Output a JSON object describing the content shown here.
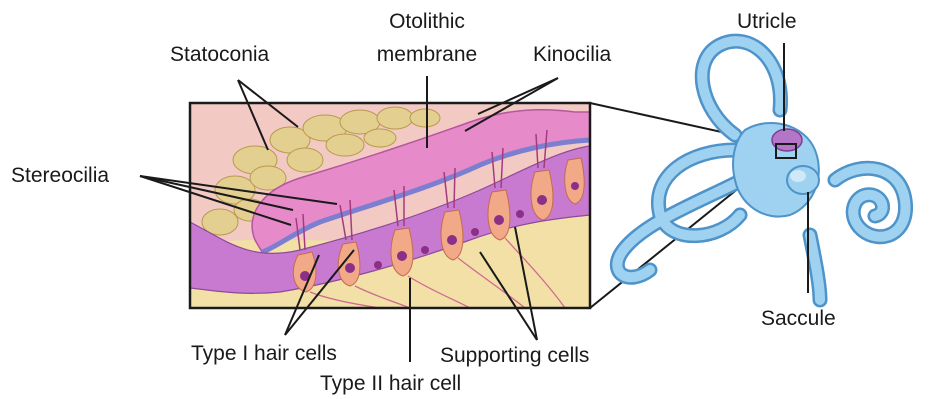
{
  "labels": {
    "statoconia": "Statoconia",
    "otolithic_line1": "Otolithic",
    "otolithic_line2": "membrane",
    "kinocilia": "Kinocilia",
    "stereocilia": "Stereocilia",
    "utricle": "Utricle",
    "saccule": "Saccule",
    "type1": "Type I hair cells",
    "type2": "Type II hair cell",
    "supporting": "Supporting cells"
  },
  "colors": {
    "background_tissue": "#f3c9c4",
    "lower_tissue": "#f2e0a6",
    "statoconia": "#e3cf8f",
    "membrane": "#e68ac9",
    "epithelium": "#c77ad0",
    "hair_cell": "#f1a987",
    "cell_nucleus": "#8c2f87",
    "inner_ear": "#9ed2f0",
    "inner_ear_outline": "#4e93c9",
    "utricle_sac": "#b476c6"
  }
}
